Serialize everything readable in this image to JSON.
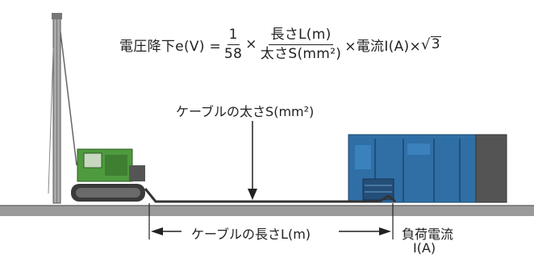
{
  "formula": {
    "lhs": "電圧降下e(V) =",
    "frac1": {
      "num": "1",
      "den": "58"
    },
    "times1": "×",
    "frac2": {
      "num": "長さL(m)",
      "den": "太さS(mm²)"
    },
    "rest": "×電流I(A)×",
    "sqrt_arg": "3"
  },
  "labels": {
    "cable_thickness": "ケーブルの太さS(mm²)",
    "cable_length": "ケーブルの長さL(m)",
    "load_current_line1": "負荷電流",
    "load_current_line2": "I(A)"
  },
  "colors": {
    "ground": "#9a9a9a",
    "crane_body": "#4e9a3e",
    "container_blue": "#2f6fa6",
    "container_dark": "#545454",
    "cable": "#333333"
  }
}
